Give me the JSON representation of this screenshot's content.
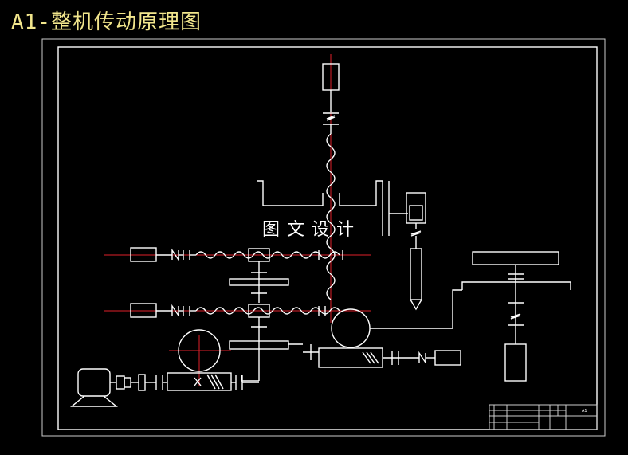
{
  "caption": "A1-整机传动原理图",
  "watermark": "图文设计",
  "title_block": {
    "sheet": "A1"
  },
  "colors": {
    "background": "#000000",
    "lines": "#ffffff",
    "centerlines": "#e0202a",
    "caption": "#f2e68c"
  }
}
